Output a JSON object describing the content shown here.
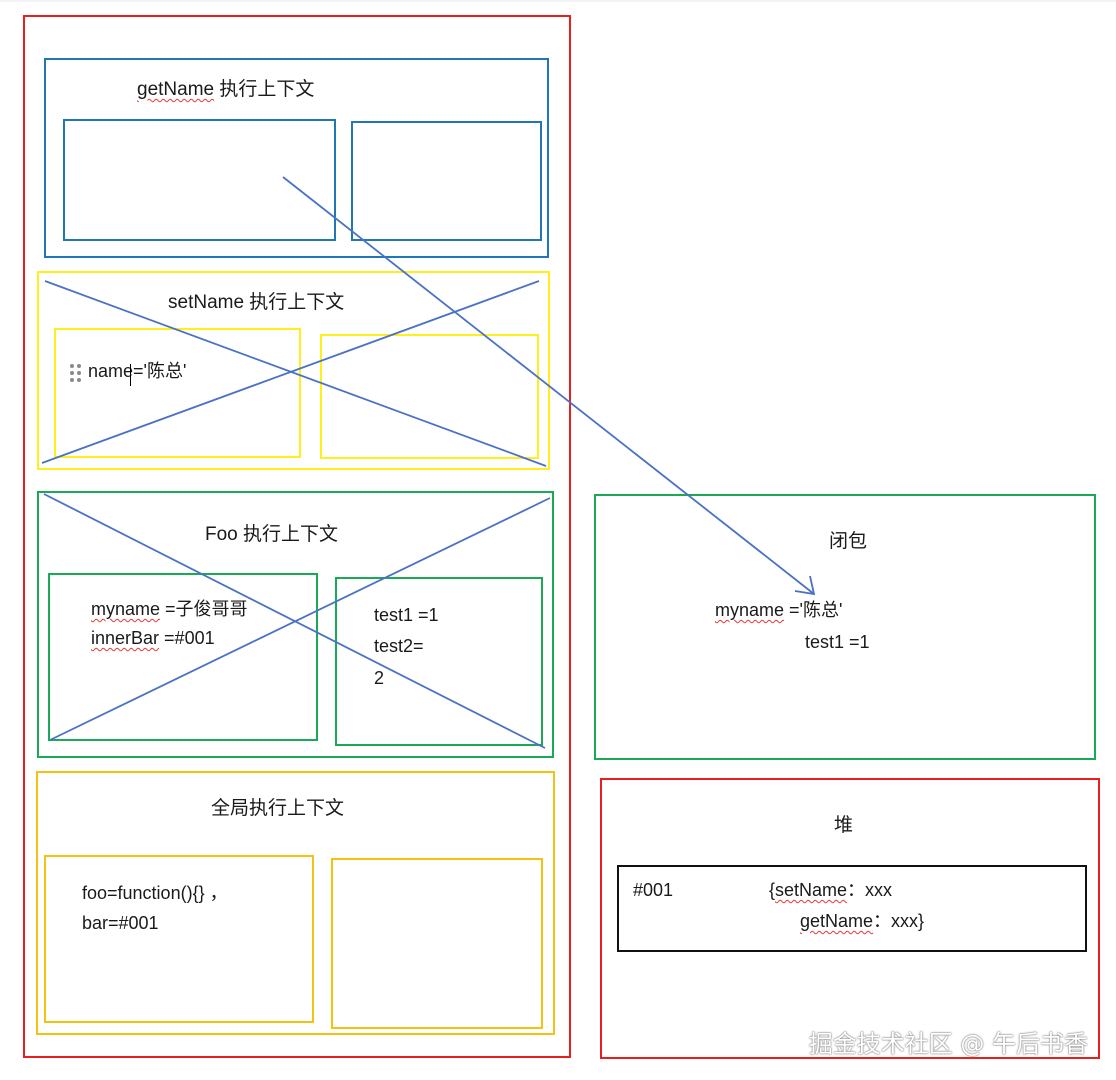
{
  "stack": {
    "getName_ctx": {
      "title": "getName",
      "title_suffix": " 执行上下文"
    },
    "setName_ctx": {
      "title": "setName 执行上下文",
      "var": "name='陈总'"
    },
    "foo_ctx": {
      "title": "Foo 执行上下文",
      "left_line1_key": "myname",
      "left_line1_val": " =子俊哥哥",
      "left_line2_key": "innerBar",
      "left_line2_val": " =#001",
      "right_line1": "test1 =1",
      "right_line2": "test2=",
      "right_line3": "2"
    },
    "global_ctx": {
      "title": "全局执行上下文",
      "line1": "foo=function(){} ，",
      "line2": "bar=#001"
    }
  },
  "closure": {
    "title": "闭包",
    "line1_key": "myname",
    "line1_val": " ='陈总'",
    "line2": "test1 =1"
  },
  "heap": {
    "title": "堆",
    "address": "#001",
    "obj_open": "{",
    "obj_key1": "setName",
    "obj_val1": "：xxx",
    "obj_key2": "getName",
    "obj_val2": "：xxx}"
  },
  "watermark": "掘金技术社区 @ 午后书香",
  "colors": {
    "red": "#e8201d",
    "blue": "#1f78b4",
    "yellow": "#ffef1a",
    "green": "#1aaa55",
    "orange": "#f5c211",
    "arrow": "#4a72c4",
    "black": "#111111"
  }
}
